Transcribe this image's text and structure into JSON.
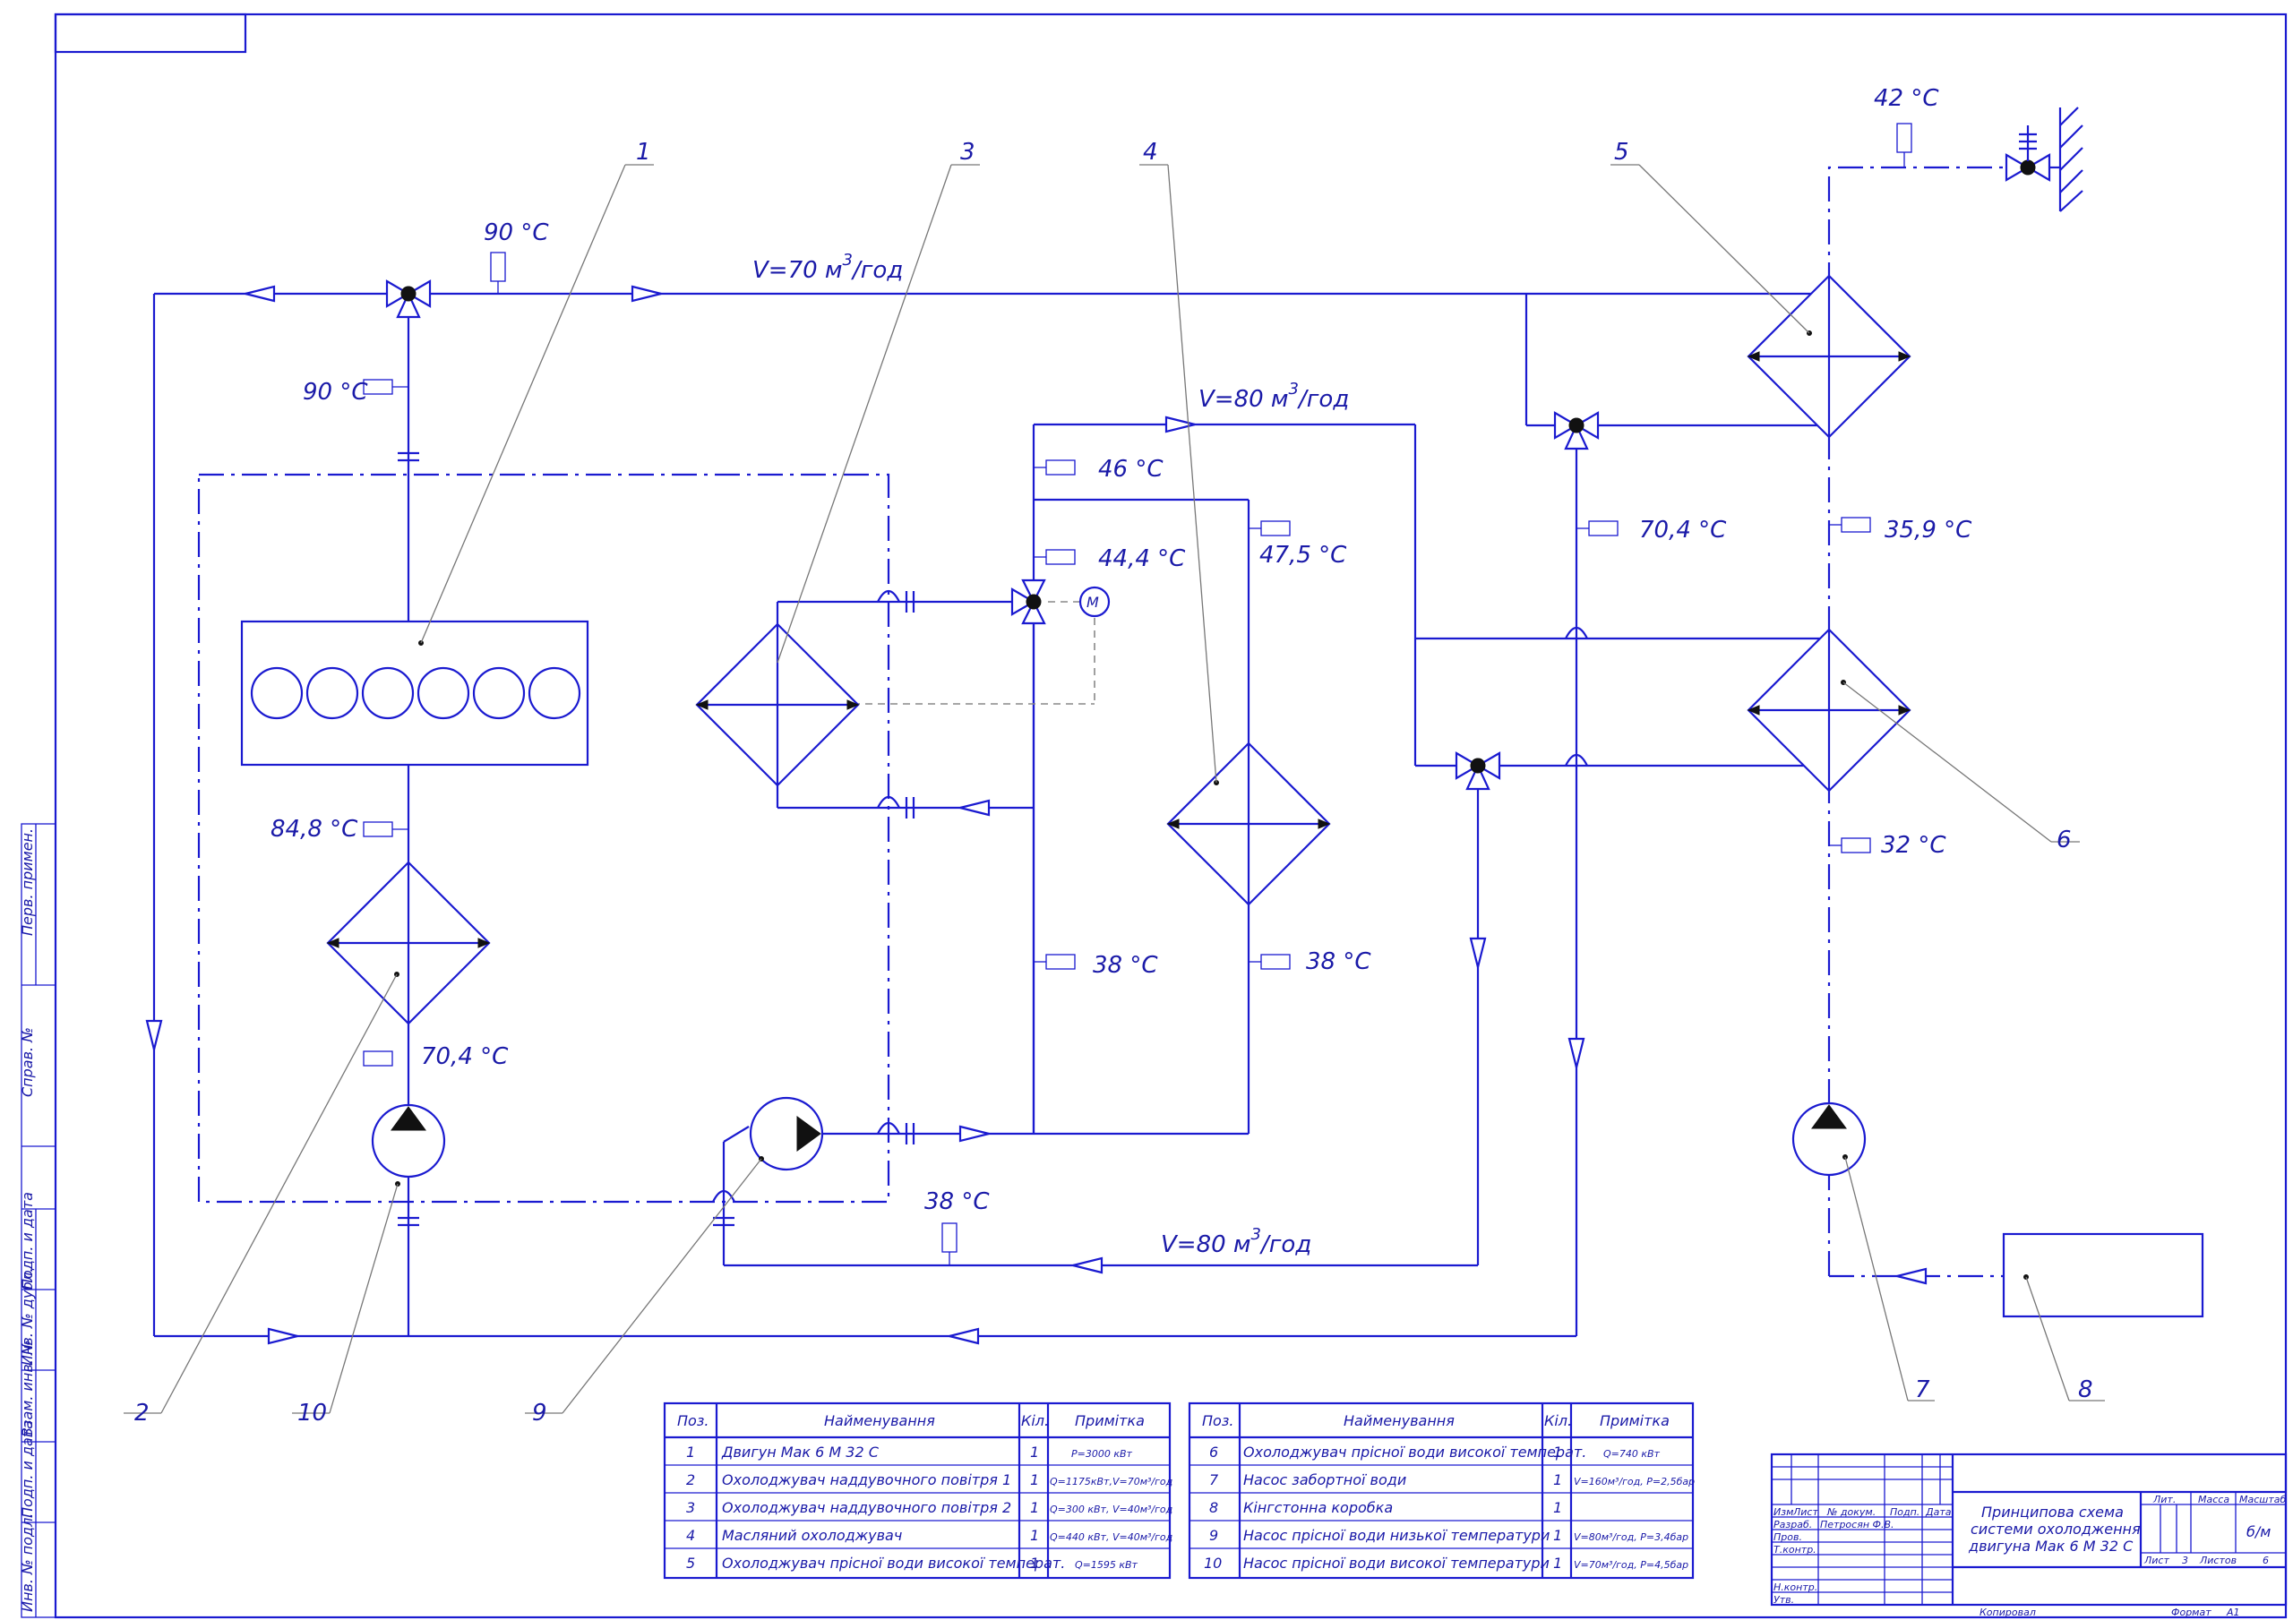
{
  "labels": {
    "t_90_top": "90 °С",
    "t_90_left": "90 °С",
    "t_848": "84,8 °С",
    "t_704_left": "70,4 °С",
    "t_46": "46 °С",
    "t_444": "44,4 °С",
    "t_475": "47,5 °С",
    "t_38_a": "38 °С",
    "t_38_b": "38 °С",
    "t_38_bottom": "38 °С",
    "t_704_right": "70,4 °С",
    "t_359": "35,9 °С",
    "t_32": "32 °С",
    "t_42": "42 °С",
    "flow_top": "V=70 м",
    "flow_mid": "V=80 м",
    "flow_bottom": "V=80 м",
    "flow_unit": "/год",
    "flow_exp": "3"
  },
  "positions": [
    "1",
    "2",
    "3",
    "4",
    "5",
    "6",
    "7",
    "8",
    "9",
    "10"
  ],
  "legend_left": {
    "headers": [
      "Поз.",
      "Найменування",
      "Кіл.",
      "Примітка"
    ],
    "rows": [
      [
        "1",
        "Двигун Мак 6 М 32 С",
        "1",
        "P=3000 кВт"
      ],
      [
        "2",
        "Охолоджувач наддувочного повітря 1",
        "1",
        "Q=1175кВт,V=70м³/год"
      ],
      [
        "3",
        "Охолоджувач наддувочного повітря 2",
        "1",
        "Q=300 кВт, V=40м³/год"
      ],
      [
        "4",
        "Масляний охолоджувач",
        "1",
        "Q=440 кВт, V=40м³/год"
      ],
      [
        "5",
        "Охолоджувач прісної води високої температ.",
        "1",
        "Q=1595 кВт"
      ]
    ]
  },
  "legend_right": {
    "headers": [
      "Поз.",
      "Найменування",
      "Кіл.",
      "Примітка"
    ],
    "rows": [
      [
        "6",
        "Охолоджувач прісної води високої температ.",
        "1",
        "Q=740 кВт"
      ],
      [
        "7",
        "Насос забортної води",
        "1",
        "V=160м³/год, P=2,5бар"
      ],
      [
        "8",
        "Кінгстонна коробка",
        "1",
        ""
      ],
      [
        "9",
        "Насос прісної води низької температури",
        "1",
        "V=80м³/год, P=3,4бар"
      ],
      [
        "10",
        "Насос прісної води високої температури",
        "1",
        "V=70м³/год, P=4,5бар"
      ]
    ]
  },
  "title_block": {
    "title_line1": "Принципова схема",
    "title_line2": "системи охолодження",
    "title_line3": "двигуна Мак 6 М 32 С",
    "izm": "Изм",
    "list": "Лист",
    "doc_no": "№ докум.",
    "sign": "Подп.",
    "date": "Дата",
    "razrab": "Разраб.",
    "author": "Петросян Ф.В.",
    "prov": "Пров.",
    "tkontr": "Т.контр.",
    "nkontr": "Н.контр.",
    "utv": "Утв.",
    "lit": "Лит.",
    "massa": "Масса",
    "masshtab": "Масштаб",
    "scale_value": "б/м",
    "sheet_label": "Лист",
    "sheet_no": "3",
    "sheets_label": "Листов",
    "sheets_total": "6",
    "copied": "Копировал",
    "format_label": "Формат",
    "format_value": "А1"
  },
  "side_stamp": [
    "Перв. примен.",
    "Справ. №",
    "Подп. и дата",
    "Инв. № дубл.",
    "Взам. инв. №",
    "Подп. и дата",
    "Инв. № подл."
  ]
}
